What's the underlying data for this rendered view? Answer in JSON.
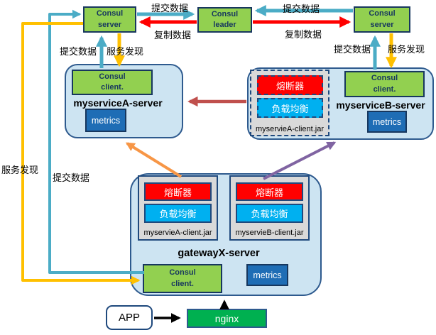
{
  "colors": {
    "node_green": "#92d050",
    "nginx_green": "#00b050",
    "container_blue": "#cde4f2",
    "grey_box": "#d9d9d9",
    "chip_red": "#ff0000",
    "chip_cyan": "#00b0f0",
    "metrics_blue": "#1f6db5",
    "arrow_teal": "#4bacc6",
    "arrow_yellow": "#ffc000",
    "arrow_red": "#ff0000",
    "arrow_brick": "#c0504d",
    "arrow_orange": "#f79646",
    "arrow_purple": "#8064a2",
    "arrow_black": "#000000",
    "border_navy": "#1f497d"
  },
  "consul": {
    "server": {
      "line1": "Consul",
      "line2": "server"
    },
    "leader": {
      "line1": "Consul",
      "line2": "leader"
    },
    "client": {
      "line1": "Consul",
      "line2": "client."
    }
  },
  "chips": {
    "circuit_breaker": "熔断器",
    "load_balancer": "负载均衡"
  },
  "metrics_label": "metrics",
  "service_a": {
    "title": "myserviceA-server"
  },
  "service_b": {
    "title": "myserviceB-server",
    "jar_label": "myservieA-client.jar"
  },
  "gateway": {
    "title": "gatewayX-server",
    "jar1_label": "myservieA-client.jar",
    "jar2_label": "myservieB-client.jar"
  },
  "app_label": "APP",
  "nginx_label": "nginx",
  "edge_labels": {
    "submit_left_pair": "提交数据",
    "replicate_left_pair": "复制数据",
    "submit_right_pair": "提交数据",
    "replicate_right_pair": "复制数据",
    "submit_service_a": "提交数据",
    "discover_service_a": "服务发现",
    "submit_service_b": "提交数据",
    "discover_service_b": "服务发现",
    "discover_gateway": "服务发现",
    "submit_gateway": "提交数据"
  }
}
